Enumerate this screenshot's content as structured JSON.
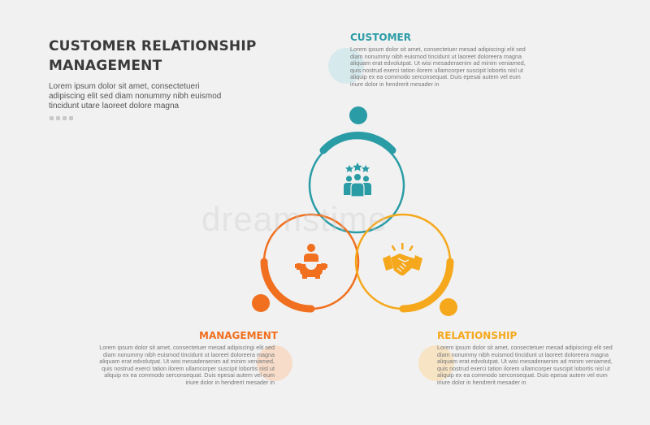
{
  "header": {
    "title_line1": "CUSTOMER RELATIONSHIP",
    "title_line2": "MANAGEMENT",
    "intro": "Lorem ipsum dolor sit amet, consectetueri adipiscing elit sed diam nonummy nibh euismod tincidunt utare laoreet dolore magna"
  },
  "sections": {
    "customer": {
      "title": "CUSTOMER",
      "text": "Lorem ipsum dolor sit amet, consectetuer mesad adipiscingi elit sed diam nonummy nibh euismod tincidunt ut laoreet doloreera magna aliquam erat edvolutpat. Ut wisi mesaderaenim ad minim veniamed, quis nostrud exerci tation ilorem ullamcorper suscipit lobortis nisl ut aliquip ex ea commodo serconsequat. Duis epesai autem vel eum iriure dolor in hendrerit mesader in"
    },
    "management": {
      "title": "MANAGEMENT",
      "text": "Lorem ipsum dolor sit amet, consectetuer mesad adipiscingi elit sed diam nonummy nibh euismod tincidunt ut laoreet doloreera magna aliquam erat edvolutpat. Ut wisi mesaderaenim ad minim veniamed, quis nostrud exerci tation ilorem ullamcorper suscipit lobortis nisl ut aliquip ex ea commodo serconsequat. Duis epesai autem vel eum iriure dolor in hendrerit mesader in"
    },
    "relationship": {
      "title": "RELATIONSHIP",
      "text": "Lorem ipsum dolor sit amet, consectetuer mesad adipiscingi elit sed diam nonummy nibh euismod tincidunt ut laoreet doloreera magna aliquam erat edvolutpat. Ut wisi mesaderaenim ad minim veniamed, quis nostrud exerci tation ilorem ullamcorper suscipit lobortis nisl ut aliquip ex ea commodo serconsequat. Duis epesai autem vel eum iriure dolor in hendrerit mesader in"
    }
  },
  "icons": {
    "customer": "team-stars-icon",
    "management": "manager-gear-icon",
    "relationship": "handshake-icon"
  },
  "colors": {
    "customer": "#2a9ca6",
    "management": "#f07020",
    "relationship": "#f5a81c",
    "title": "#3a3a3a",
    "background": "#f1f1f1"
  }
}
